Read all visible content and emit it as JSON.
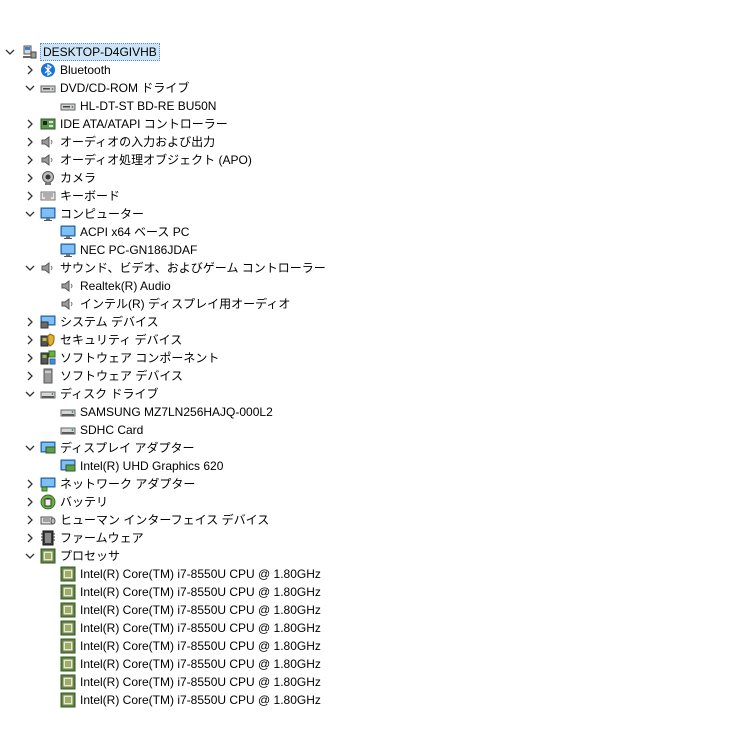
{
  "tree": {
    "root": "DESKTOP-D4GIVHB",
    "nodes": [
      {
        "label": "Bluetooth",
        "level": 1,
        "expander": "collapsed",
        "icon": "bluetooth-icon"
      },
      {
        "label": "DVD/CD-ROM ドライブ",
        "level": 1,
        "expander": "expanded",
        "icon": "dvd-drive-icon"
      },
      {
        "label": "HL-DT-ST BD-RE BU50N",
        "level": 2,
        "expander": "none",
        "icon": "dvd-drive-icon"
      },
      {
        "label": "IDE ATA/ATAPI コントローラー",
        "level": 1,
        "expander": "collapsed",
        "icon": "ide-controller-icon"
      },
      {
        "label": "オーディオの入力および出力",
        "level": 1,
        "expander": "collapsed",
        "icon": "speaker-icon"
      },
      {
        "label": "オーディオ処理オブジェクト (APO)",
        "level": 1,
        "expander": "collapsed",
        "icon": "speaker-icon"
      },
      {
        "label": "カメラ",
        "level": 1,
        "expander": "collapsed",
        "icon": "camera-icon"
      },
      {
        "label": "キーボード",
        "level": 1,
        "expander": "collapsed",
        "icon": "keyboard-icon"
      },
      {
        "label": "コンピューター",
        "level": 1,
        "expander": "expanded",
        "icon": "monitor-icon"
      },
      {
        "label": "ACPI x64 ベース PC",
        "level": 2,
        "expander": "none",
        "icon": "monitor-icon"
      },
      {
        "label": "NEC PC-GN186JDAF",
        "level": 2,
        "expander": "none",
        "icon": "monitor-icon"
      },
      {
        "label": "サウンド、ビデオ、およびゲーム コントローラー",
        "level": 1,
        "expander": "expanded",
        "icon": "speaker-icon"
      },
      {
        "label": "Realtek(R) Audio",
        "level": 2,
        "expander": "none",
        "icon": "speaker-icon"
      },
      {
        "label": "インテル(R) ディスプレイ用オーディオ",
        "level": 2,
        "expander": "none",
        "icon": "speaker-icon"
      },
      {
        "label": "システム デバイス",
        "level": 1,
        "expander": "collapsed",
        "icon": "system-device-icon"
      },
      {
        "label": "セキュリティ デバイス",
        "level": 1,
        "expander": "collapsed",
        "icon": "security-device-icon"
      },
      {
        "label": "ソフトウェア コンポーネント",
        "level": 1,
        "expander": "collapsed",
        "icon": "software-component-icon"
      },
      {
        "label": "ソフトウェア デバイス",
        "level": 1,
        "expander": "collapsed",
        "icon": "software-device-icon"
      },
      {
        "label": "ディスク ドライブ",
        "level": 1,
        "expander": "expanded",
        "icon": "disk-drive-icon"
      },
      {
        "label": "SAMSUNG MZ7LN256HAJQ-000L2",
        "level": 2,
        "expander": "none",
        "icon": "disk-drive-icon"
      },
      {
        "label": "SDHC Card",
        "level": 2,
        "expander": "none",
        "icon": "disk-drive-icon"
      },
      {
        "label": "ディスプレイ アダプター",
        "level": 1,
        "expander": "expanded",
        "icon": "display-adapter-icon"
      },
      {
        "label": "Intel(R) UHD Graphics 620",
        "level": 2,
        "expander": "none",
        "icon": "display-adapter-icon"
      },
      {
        "label": "ネットワーク アダプター",
        "level": 1,
        "expander": "collapsed",
        "icon": "network-adapter-icon"
      },
      {
        "label": "バッテリ",
        "level": 1,
        "expander": "collapsed",
        "icon": "battery-icon"
      },
      {
        "label": "ヒューマン インターフェイス デバイス",
        "level": 1,
        "expander": "collapsed",
        "icon": "hid-icon"
      },
      {
        "label": "ファームウェア",
        "level": 1,
        "expander": "collapsed",
        "icon": "firmware-icon"
      },
      {
        "label": "プロセッサ",
        "level": 1,
        "expander": "expanded",
        "icon": "processor-icon"
      },
      {
        "label": "Intel(R) Core(TM) i7-8550U CPU @ 1.80GHz",
        "level": 2,
        "expander": "none",
        "icon": "processor-icon"
      },
      {
        "label": "Intel(R) Core(TM) i7-8550U CPU @ 1.80GHz",
        "level": 2,
        "expander": "none",
        "icon": "processor-icon"
      },
      {
        "label": "Intel(R) Core(TM) i7-8550U CPU @ 1.80GHz",
        "level": 2,
        "expander": "none",
        "icon": "processor-icon"
      },
      {
        "label": "Intel(R) Core(TM) i7-8550U CPU @ 1.80GHz",
        "level": 2,
        "expander": "none",
        "icon": "processor-icon"
      },
      {
        "label": "Intel(R) Core(TM) i7-8550U CPU @ 1.80GHz",
        "level": 2,
        "expander": "none",
        "icon": "processor-icon"
      },
      {
        "label": "Intel(R) Core(TM) i7-8550U CPU @ 1.80GHz",
        "level": 2,
        "expander": "none",
        "icon": "processor-icon"
      },
      {
        "label": "Intel(R) Core(TM) i7-8550U CPU @ 1.80GHz",
        "level": 2,
        "expander": "none",
        "icon": "processor-icon"
      },
      {
        "label": "Intel(R) Core(TM) i7-8550U CPU @ 1.80GHz",
        "level": 2,
        "expander": "none",
        "icon": "processor-icon"
      }
    ]
  }
}
